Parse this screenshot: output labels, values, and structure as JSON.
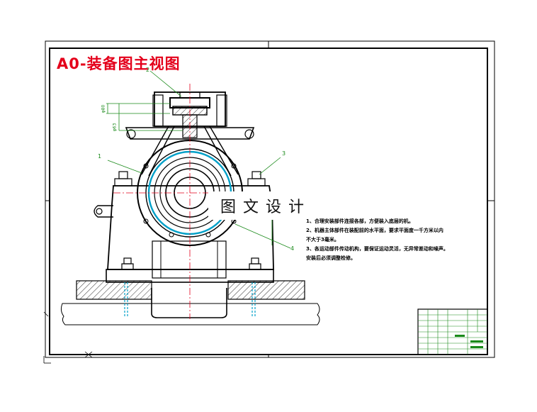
{
  "title": "A0-装备图主视图",
  "watermark": "图文设计",
  "part_labels": [
    "1",
    "2",
    "3",
    "4"
  ],
  "dimensions": [
    "φ80",
    "φ63"
  ],
  "notes": [
    "1、合理安装部件连接各部，方便装入底层的机。",
    "2、机器主体部件在装配前的水平面，要求平面度一千方米以内",
    "不大于3毫米。",
    "3、各运动部件传动机构，要保证运动灵活，无异常差动和噪声。",
    "安装后必须调整检修。"
  ],
  "colors": {
    "frame": "#000000",
    "title": "#e4001b",
    "dimension": "#1a8a1a",
    "centerline": "#e4001b",
    "hidden": "#00a0c8",
    "hatch": "#000000"
  }
}
